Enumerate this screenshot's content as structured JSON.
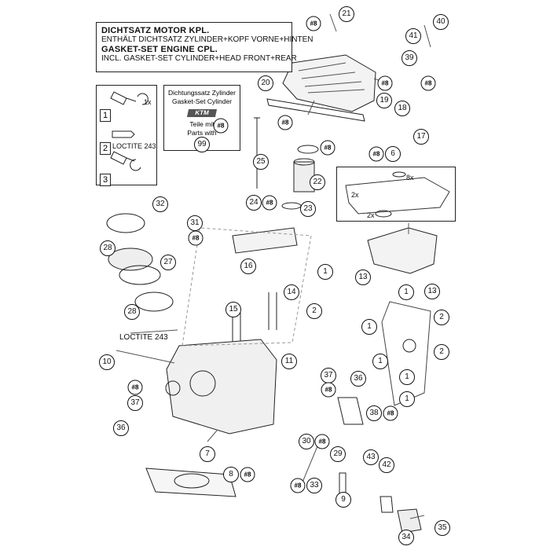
{
  "gasket_kit": {
    "line1": "DICHTSATZ MOTOR KPL.",
    "line2": "ENTHÄLT DICHTSATZ ZYLINDER+KOPF VORNE+HINTEN",
    "line3": "GASKET-SET ENGINE CPL.",
    "line4": "INCL. GASKET-SET CYLINDER+HEAD FRONT+REAR"
  },
  "steps": {
    "labels": [
      "1",
      "2",
      "3"
    ],
    "qty_1": "1x",
    "loctite": "LOCTITE 243"
  },
  "cylinder_set": {
    "line1": "Dichtungssatz Zylinder",
    "line2": "Gasket-Set Cylinder",
    "logo": "KTM",
    "line3": "Teile mit",
    "line4": "Parts with",
    "ref": "#8",
    "number": "99"
  },
  "kit_detail": {
    "qty_8x": "8x",
    "qty_2x_a": "2x",
    "qty_2x_b": "2x"
  },
  "loctite_main": "LOCTITE 243",
  "ref_marker": "#8",
  "callouts": [
    "21",
    "40",
    "41",
    "39",
    "20",
    "19",
    "18",
    "17",
    "6",
    "25",
    "22",
    "24",
    "23",
    "32",
    "31",
    "28",
    "27",
    "16",
    "13",
    "1",
    "2",
    "14",
    "15",
    "28",
    "10",
    "11",
    "37",
    "36",
    "36",
    "37",
    "38",
    "7",
    "30",
    "29",
    "8",
    "33",
    "43",
    "42",
    "9",
    "34",
    "35",
    "1",
    "1",
    "2",
    "1",
    "2",
    "1",
    "1"
  ]
}
